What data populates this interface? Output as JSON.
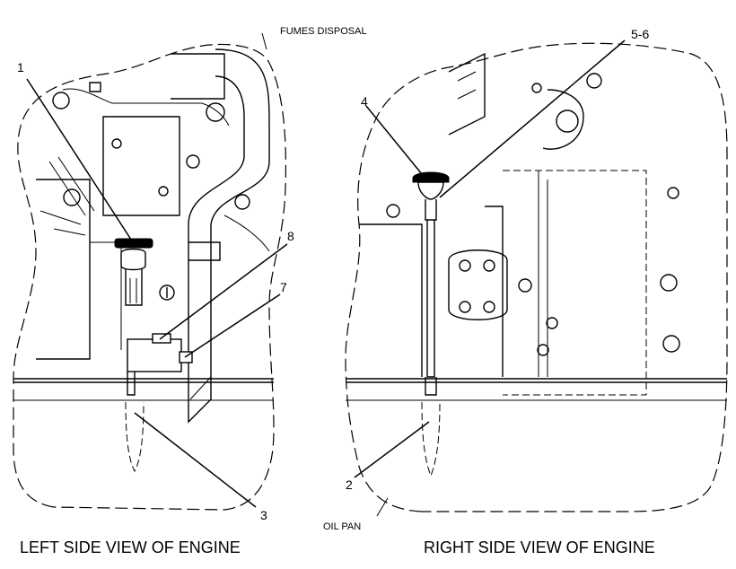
{
  "callouts": {
    "c1": "1",
    "c2": "2",
    "c3": "3",
    "c4": "4",
    "c56": "5-6",
    "c7": "7",
    "c8": "8"
  },
  "labels": {
    "fumes": "FUMES DISPOSAL",
    "oilpan": "OIL PAN"
  },
  "captions": {
    "left": "LEFT SIDE VIEW OF ENGINE",
    "right": "RIGHT SIDE VIEW OF ENGINE"
  }
}
